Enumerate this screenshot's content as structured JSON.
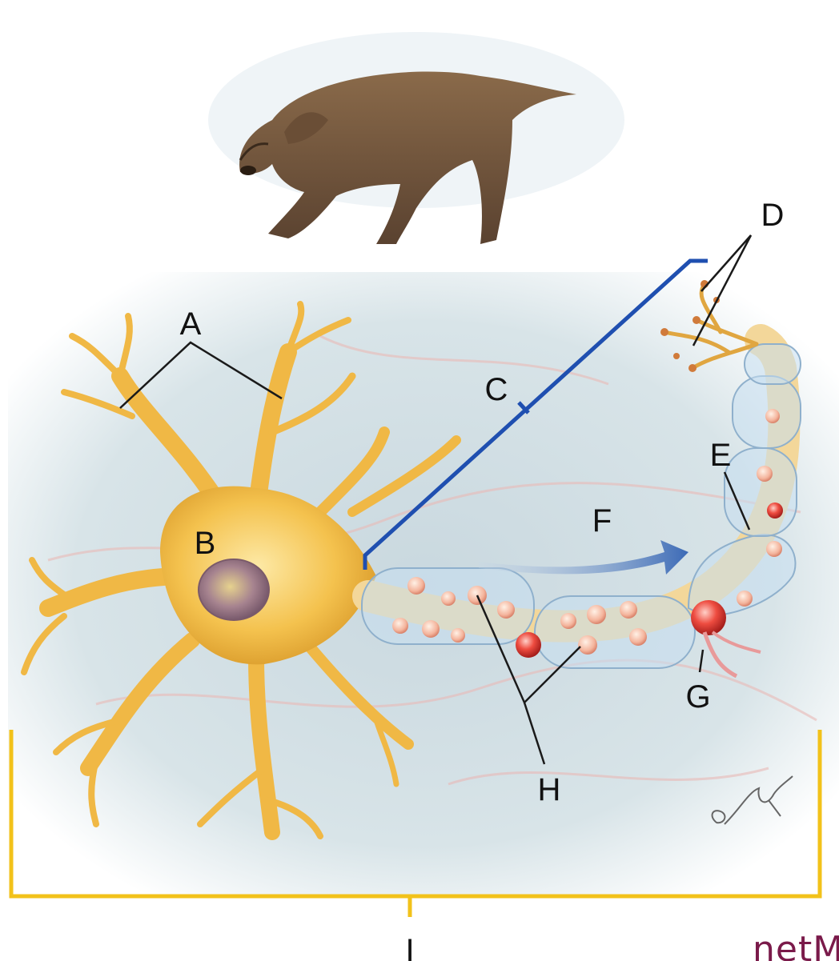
{
  "labels": {
    "A": "A",
    "B": "B",
    "C": "C",
    "D": "D",
    "E": "E",
    "F": "F",
    "G": "G",
    "H": "H",
    "I": "I"
  },
  "watermark": "netM",
  "colors": {
    "background_wash": "#cfdde3",
    "neuron_body": "#f2c04a",
    "axon_bracket": "#1f4fb0",
    "neuron_bracket": "#f2c21a",
    "arrow": "#3f6fb8",
    "myelin": "#bcd6ea",
    "node_red": "#e0403a",
    "brand": "#7a1a4a"
  }
}
